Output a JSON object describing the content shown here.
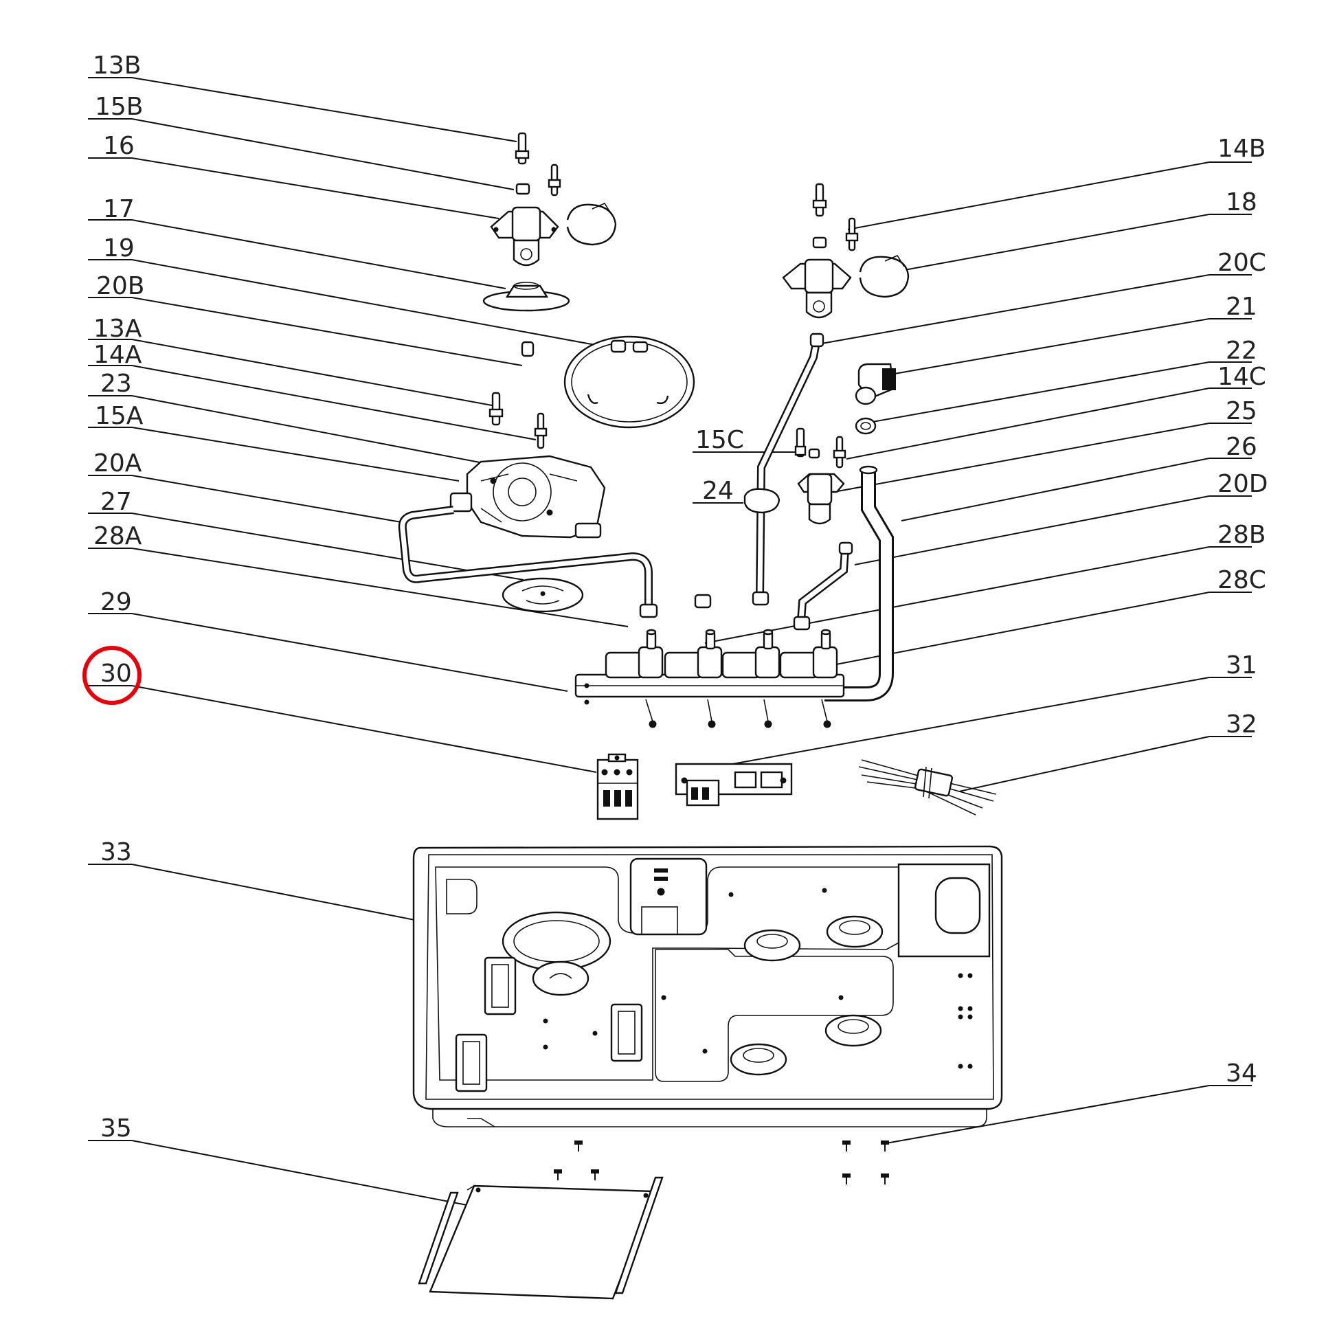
{
  "diagram": {
    "labels": {
      "l13B": "13B",
      "l15B": "15B",
      "l16": "16",
      "l17": "17",
      "l19": "19",
      "l20B": "20B",
      "l13A": "13A",
      "l14A": "14A",
      "l23": "23",
      "l15A": "15A",
      "l20A": "20A",
      "l27": "27",
      "l28A": "28A",
      "l29": "29",
      "l30": "30",
      "l33": "33",
      "l35": "35",
      "l14B": "14B",
      "l18": "18",
      "l20C": "20C",
      "l21": "21",
      "l22": "22",
      "l14C": "14C",
      "l25": "25",
      "l26": "26",
      "l20D": "20D",
      "l28B": "28B",
      "l28C": "28C",
      "l31": "31",
      "l32": "32",
      "l34": "34",
      "l15C": "15C",
      "l24": "24"
    },
    "highlight": {
      "label": "30",
      "color": "#e8000b"
    }
  }
}
